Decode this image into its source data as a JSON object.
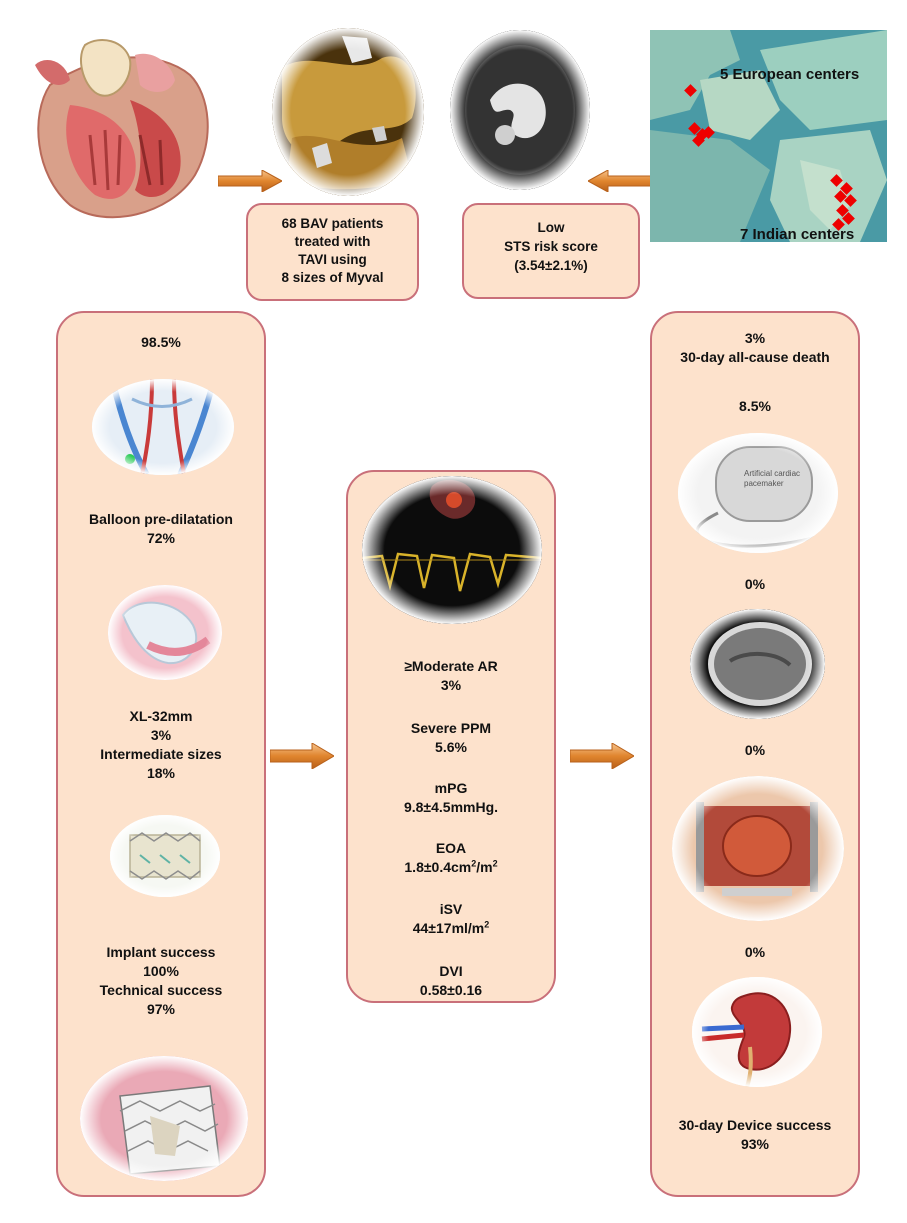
{
  "top": {
    "patients_box": [
      "68 BAV patients",
      "treated with",
      "TAVI using",
      "8 sizes of Myval"
    ],
    "risk_box": [
      "Low",
      "STS risk score",
      "(3.54±2.1%)"
    ],
    "map_labels": {
      "europe": "5 European centers",
      "india": "7 Indian centers"
    }
  },
  "left_column": {
    "items": [
      {
        "lines": [
          "98.5%"
        ]
      },
      {
        "lines": [
          "Balloon pre-dilatation",
          "72%"
        ]
      },
      {
        "lines": [
          "XL-32mm",
          "3%",
          "Intermediate sizes",
          "18%"
        ]
      },
      {
        "lines": [
          "Implant success",
          "100%",
          "Technical success",
          "97%"
        ]
      }
    ]
  },
  "middle_column": {
    "moderate_ar": {
      "label": "Moderate AR",
      "value": "3%"
    },
    "severe_ppm": {
      "label": "Severe PPM",
      "value": "5.6%"
    },
    "mpg": {
      "label": "mPG",
      "value": "9.8±4.5mmHg."
    },
    "eoa": {
      "label": "EOA",
      "value_pre": "1.8±0.4cm",
      "sup1": "2",
      "mid": "/m",
      "sup2": "2"
    },
    "isv": {
      "label": "iSV",
      "value_pre": "44±17ml/m",
      "sup": "2"
    },
    "dvi": {
      "label": "DVI",
      "value": "0.58±0.16"
    }
  },
  "right_column": {
    "death": {
      "value": "3%",
      "label": "30-day all-cause death"
    },
    "pacemaker_value": "8.5%",
    "pacemaker_text": [
      "Artificial cardiac",
      "pacemaker"
    ],
    "stroke_value": "0%",
    "surgery_value": "0%",
    "kidney_value": "0%",
    "device_success": {
      "label": "30-day Device success",
      "value": "93%"
    }
  },
  "colors": {
    "box_fill": "#fde2cc",
    "box_border": "#c9707a",
    "arrow": "#e08a3a",
    "marker": "#e00000"
  }
}
